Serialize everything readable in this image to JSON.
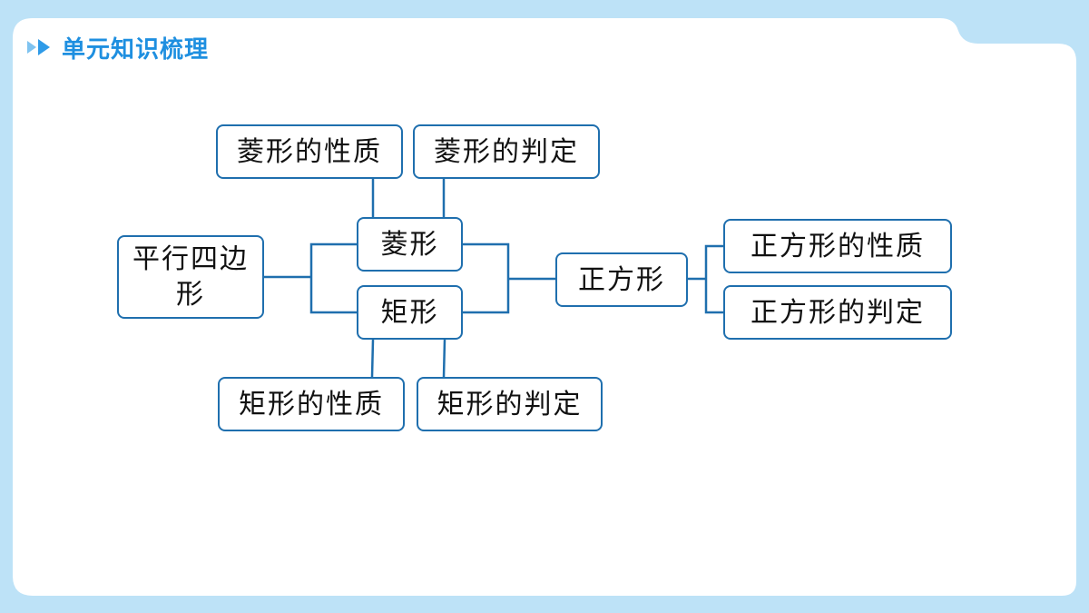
{
  "header": {
    "title": "单元知识梳理",
    "icon": "double-triangle-icon",
    "accent_color": "#1e8fe0"
  },
  "colors": {
    "background": "#bde2f7",
    "card": "#ffffff",
    "node_border": "#1f6fae",
    "connector": "#1f6fae",
    "arrow": "#2f9be8"
  },
  "diagram": {
    "nodes": {
      "parallelogram": "平行四边形",
      "rhombus": "菱形",
      "rectangle": "矩形",
      "square": "正方形",
      "rhombus_properties": "菱形的性质",
      "rhombus_criteria": "菱形的判定",
      "rectangle_properties": "矩形的性质",
      "rectangle_criteria": "矩形的判定",
      "square_properties": "正方形的性质",
      "square_criteria": "正方形的判定"
    }
  }
}
